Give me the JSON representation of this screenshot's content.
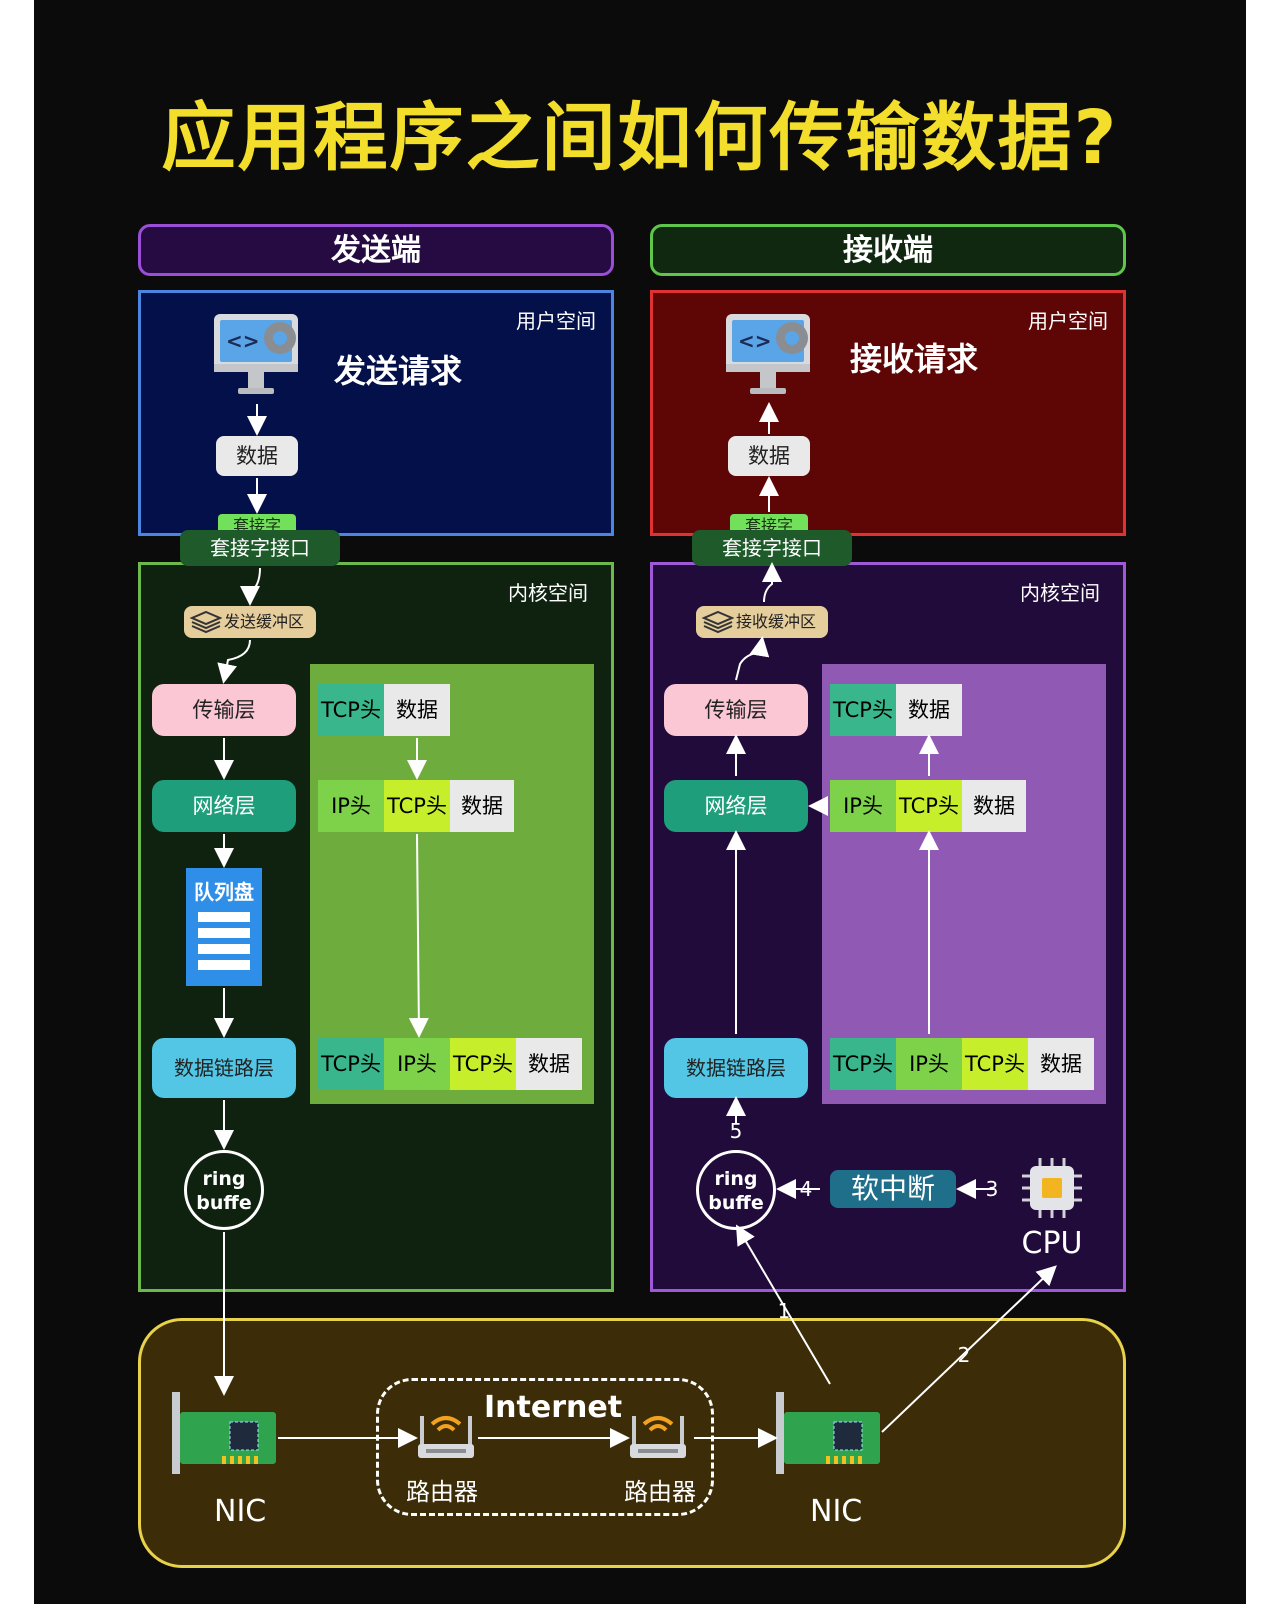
{
  "title": "应用程序之间如何传输数据?",
  "sender": {
    "header": "发送端",
    "user_space_label": "用户空间",
    "request_label": "发送请求",
    "data_label": "数据",
    "socket_small": "套接字",
    "socket_interface": "套接字接口",
    "kernel_space_label": "内核空间",
    "buffer_label": "发送缓冲区",
    "transport_layer": "传输层",
    "network_layer": "网络层",
    "queue_label": "队列盘",
    "datalink_layer": "数据链路层",
    "ring_buffer": "ring buffe",
    "packets": {
      "row1": [
        "TCP头",
        "数据"
      ],
      "row2": [
        "IP头",
        "TCP头",
        "数据"
      ],
      "row3": [
        "TCP头",
        "IP头",
        "TCP头",
        "数据"
      ]
    }
  },
  "receiver": {
    "header": "接收端",
    "user_space_label": "用户空间",
    "request_label": "接收请求",
    "data_label": "数据",
    "socket_small": "套接字",
    "socket_interface": "套接字接口",
    "kernel_space_label": "内核空间",
    "buffer_label": "接收缓冲区",
    "transport_layer": "传输层",
    "network_layer": "网络层",
    "datalink_layer": "数据链路层",
    "ring_buffer": "ring buffe",
    "soft_irq": "软中断",
    "cpu_label": "CPU",
    "steps": [
      "1",
      "2",
      "3",
      "4",
      "5"
    ],
    "packets": {
      "row1": [
        "TCP头",
        "数据"
      ],
      "row2": [
        "IP头",
        "TCP头",
        "数据"
      ],
      "row3": [
        "TCP头",
        "IP头",
        "TCP头",
        "数据"
      ]
    }
  },
  "network": {
    "nic_left": "NIC",
    "nic_right": "NIC",
    "internet_label": "Internet",
    "router_left": "路由器",
    "router_right": "路由器"
  },
  "colors": {
    "title": "#f3df2b",
    "sender_user_bg": "#03104a",
    "receiver_user_bg": "#5e0606",
    "sender_kernel_bg": "#0f2210",
    "receiver_kernel_bg": "#200b3a",
    "network_bg": "#3c2c07",
    "sender_packet_panel": "#6eac3e",
    "receiver_packet_panel": "#9059b4"
  }
}
